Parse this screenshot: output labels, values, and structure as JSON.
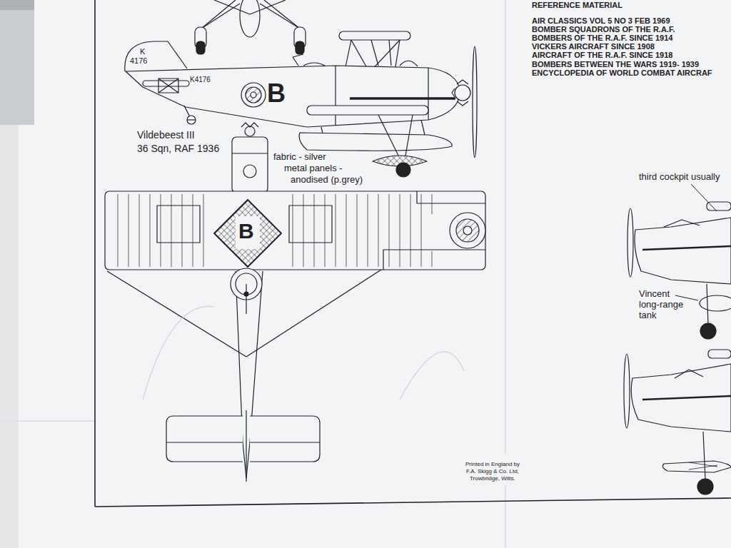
{
  "diagram": {
    "labels": [
      "REFERENCE MATERIAL",
      "AIR CLASSICS VOL 5 NO 3 FEB 1969",
      "BOMBER SQUADRONS OF THE R.A.F.",
      "BOMBERS OF THE R.A.F. SINCE 1914",
      "VICKERS AIRCRAFT SINCE 1908",
      "AIRCRAFT OF THE R.A.F. SINCE 1918",
      "BOMBERS BETWEEN THE WARS 1919- 1939",
      "ENCYCLOPEDIA OF WORLD COMBAT AIRCRAF",
      "K",
      "4176",
      "K4176",
      "B",
      "B",
      "Vildebeest III",
      "36 Sqn, RAF 1936",
      "fabric - silver",
      "metal panels -",
      "anodised (p.grey)",
      "third cockpit usually",
      "Vincent long-range tank",
      "Printed in England by",
      "F.A. Skigg & Co. Ltd,",
      "Trowbridge, Wilts."
    ]
  }
}
